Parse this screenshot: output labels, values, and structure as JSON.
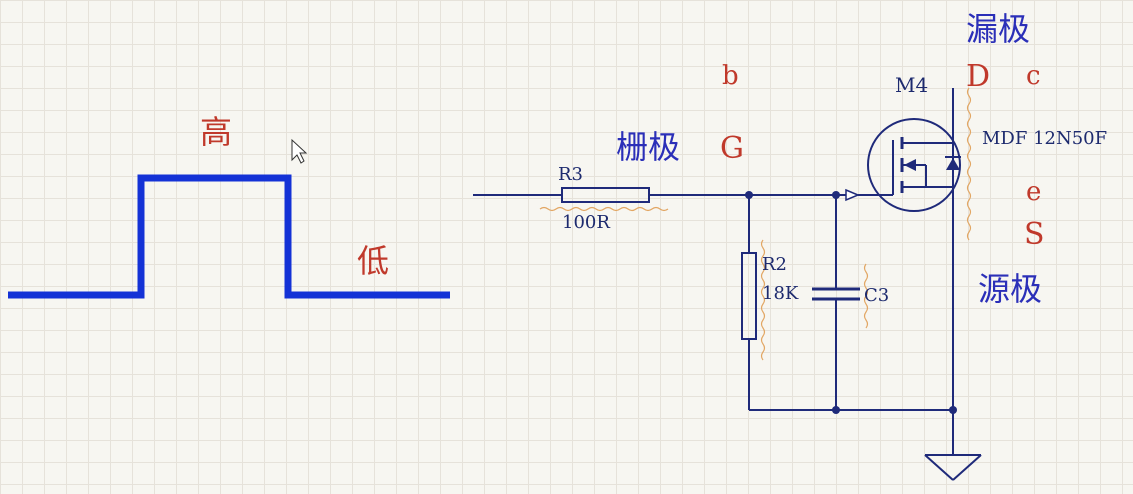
{
  "pulse": {
    "high_label": "高",
    "low_label": "低"
  },
  "gate": {
    "name_cn": "栅极",
    "letter": "G",
    "bjt_letter": "b"
  },
  "drain": {
    "name_cn": "漏极",
    "letter": "D",
    "bjt_letter": "c"
  },
  "source": {
    "name_cn": "源极",
    "letter": "S",
    "bjt_letter": "e"
  },
  "components": {
    "r3": {
      "ref": "R3",
      "value": "100R"
    },
    "r2": {
      "ref": "R2",
      "value": "18K"
    },
    "c3": {
      "ref": "C3"
    },
    "m4": {
      "ref": "M4",
      "part": "MDF 12N50F"
    }
  },
  "colors": {
    "pulse": "#1432d6",
    "wire": "#1f2a7a",
    "red_label": "#c0392b",
    "blue_label": "#2b2fb8"
  },
  "icons": {
    "cursor": "mouse-pointer-icon",
    "ground": "ground-icon"
  }
}
